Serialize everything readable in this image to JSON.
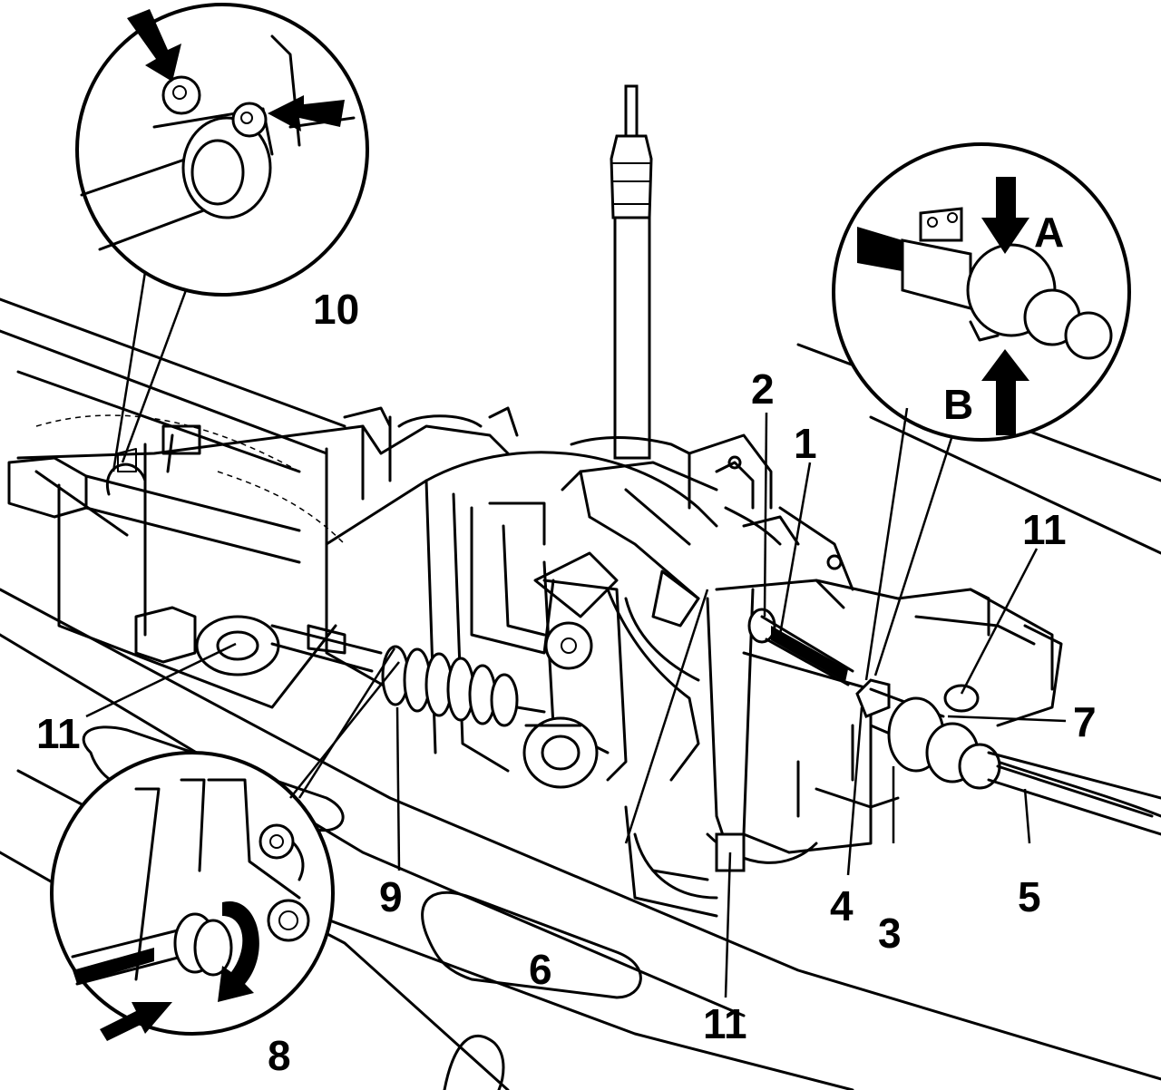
{
  "diagram": {
    "type": "exploded-parts-illustration",
    "background": "#ffffff",
    "ink": "#000000",
    "callouts": [
      {
        "id": "c1",
        "text": "1"
      },
      {
        "id": "c2",
        "text": "2"
      },
      {
        "id": "c3",
        "text": "3"
      },
      {
        "id": "c4",
        "text": "4"
      },
      {
        "id": "c5",
        "text": "5"
      },
      {
        "id": "c6",
        "text": "6"
      },
      {
        "id": "c7",
        "text": "7"
      },
      {
        "id": "c8",
        "text": "8"
      },
      {
        "id": "c9",
        "text": "9"
      },
      {
        "id": "c10",
        "text": "10"
      },
      {
        "id": "c11a",
        "text": "11"
      },
      {
        "id": "c11b",
        "text": "11"
      },
      {
        "id": "c11c",
        "text": "11"
      }
    ],
    "detail_letters": {
      "a": "A",
      "b": "B"
    },
    "detail_views": [
      {
        "name": "detail-10",
        "shows": "bushing-clip-icon"
      },
      {
        "name": "detail-a-b",
        "shows": "cable-lock-icon"
      },
      {
        "name": "detail-8",
        "shows": "rotate-arrow-icon"
      }
    ]
  }
}
